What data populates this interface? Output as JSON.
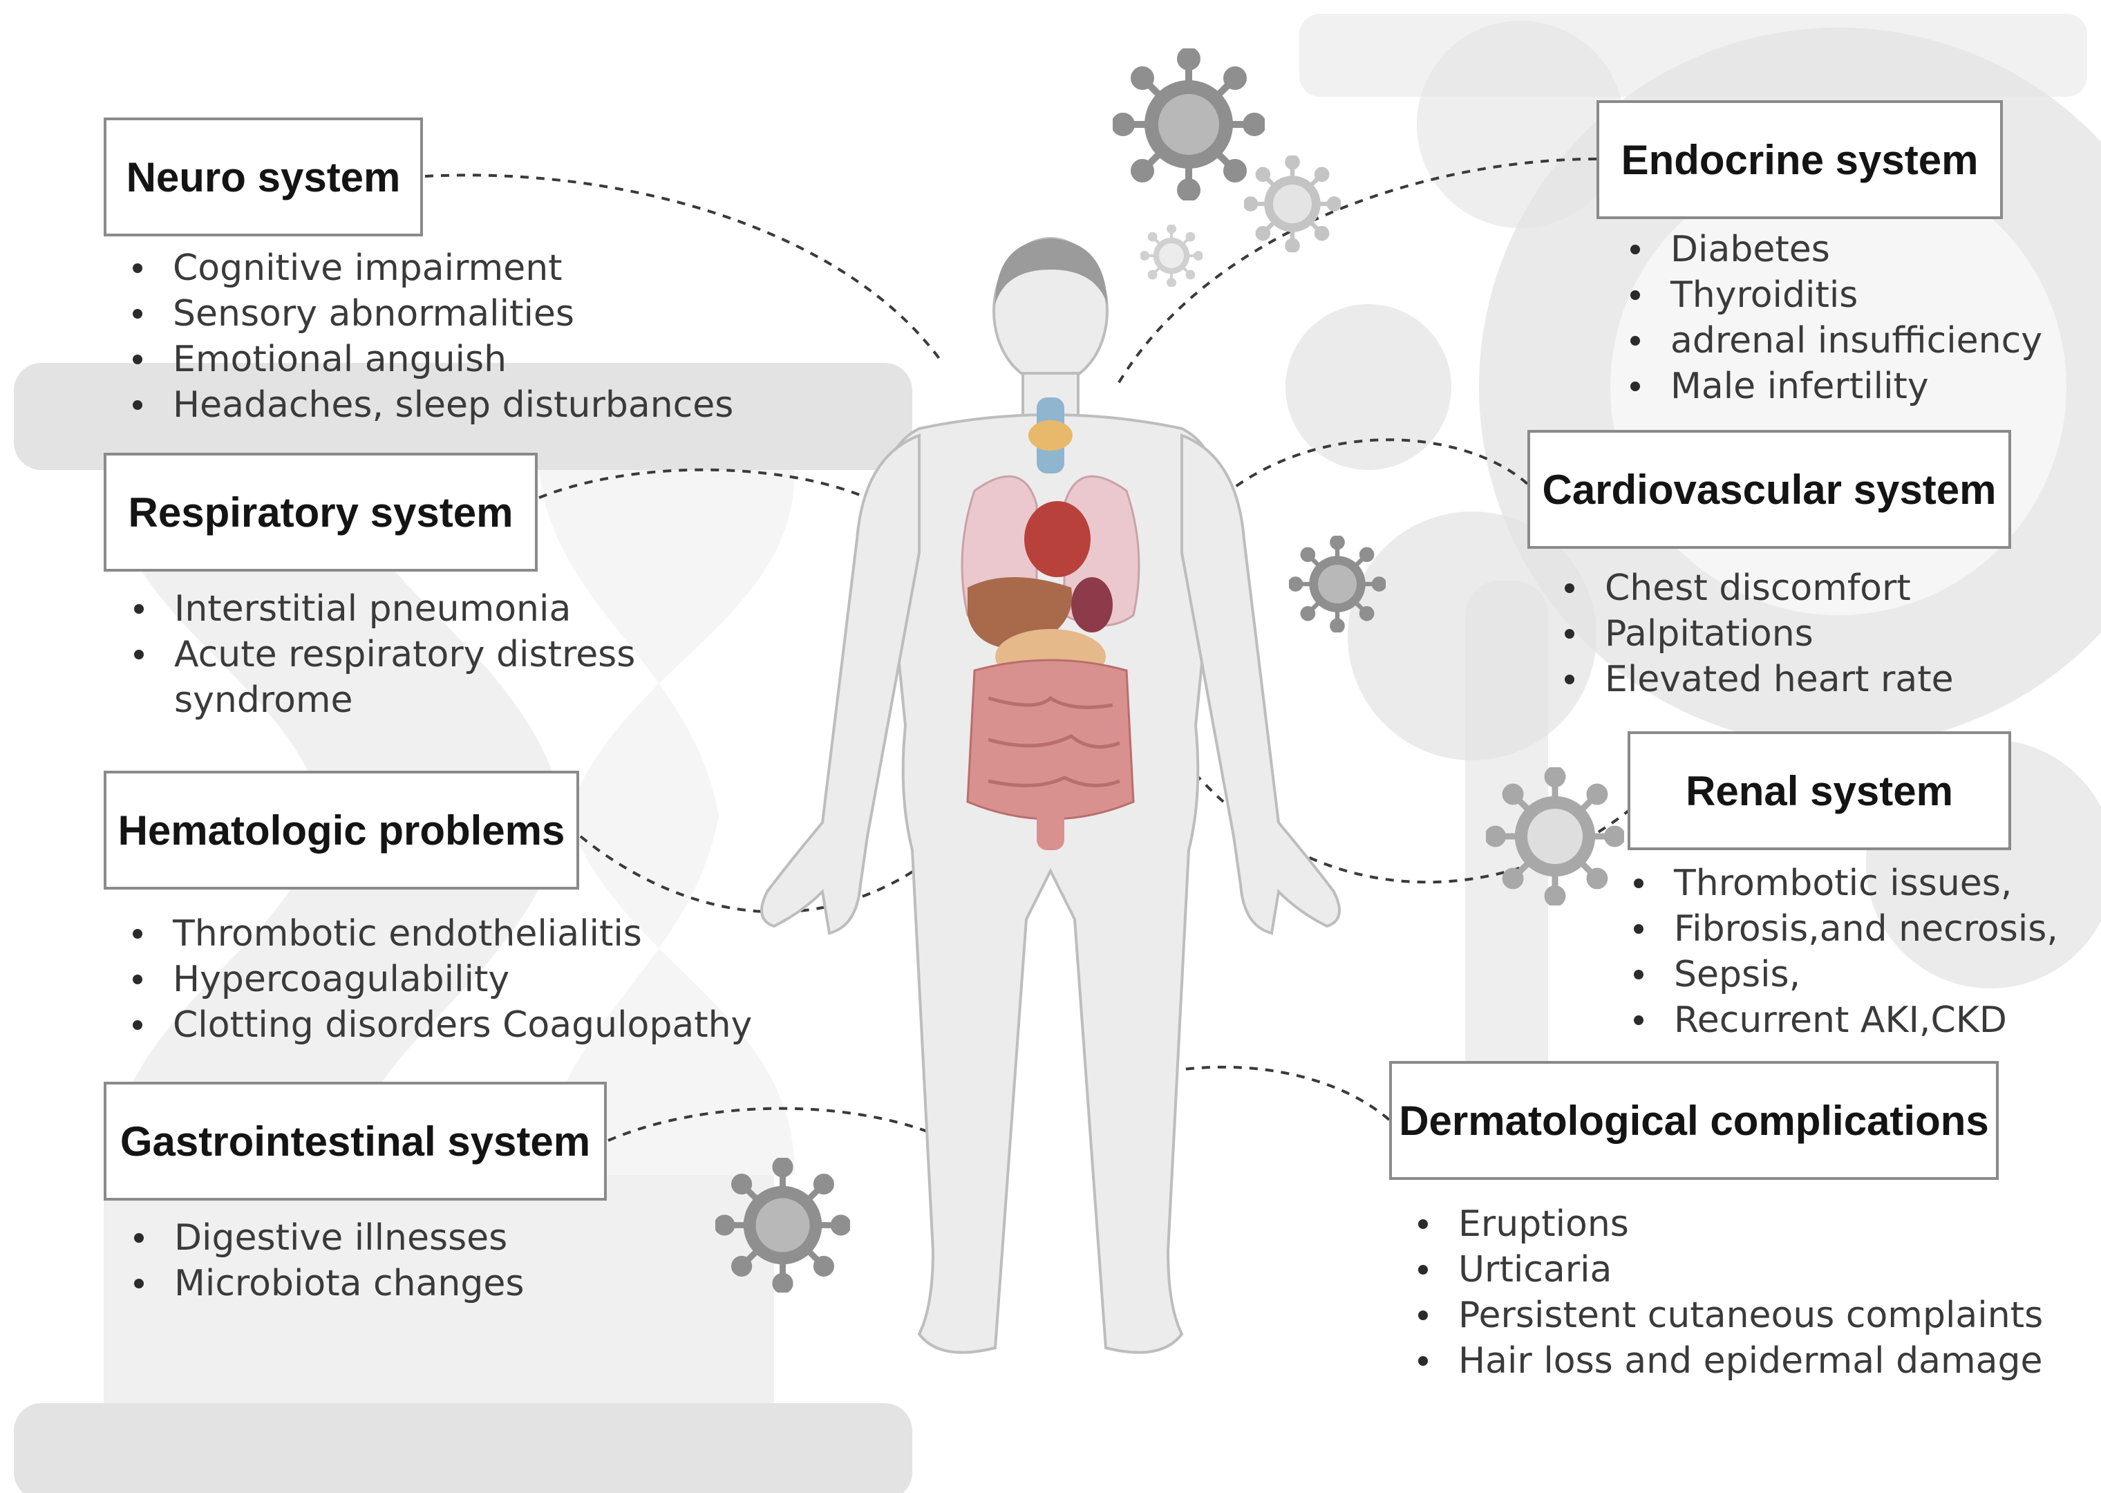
{
  "systems": {
    "neuro": {
      "title": "Neuro system",
      "items": [
        "Cognitive impairment",
        "Sensory abnormalities",
        "Emotional anguish",
        "Headaches, sleep disturbances"
      ]
    },
    "respiratory": {
      "title": "Respiratory system",
      "items": [
        "Interstitial pneumonia",
        "Acute respiratory distress",
        "syndrome"
      ]
    },
    "hematologic": {
      "title": "Hematologic problems",
      "items": [
        "Thrombotic endothelialitis",
        "Hypercoagulability",
        "Clotting disorders Coagulopathy"
      ]
    },
    "gastrointestinal": {
      "title": "Gastrointestinal system",
      "items": [
        "Digestive illnesses",
        "Microbiota changes"
      ]
    },
    "endocrine": {
      "title": "Endocrine system",
      "items": [
        "Diabetes",
        "Thyroiditis",
        "adrenal insufficiency",
        "Male infertility"
      ]
    },
    "cardiovascular": {
      "title": "Cardiovascular system",
      "items": [
        "Chest discomfort",
        "Palpitations",
        "Elevated heart rate"
      ]
    },
    "renal": {
      "title": "Renal system",
      "items": [
        "Thrombotic issues,",
        "Fibrosis,and necrosis,",
        "Sepsis,",
        "Recurrent AKI,CKD"
      ]
    },
    "dermatological": {
      "title": "Dermatological complications",
      "items": [
        "Eruptions",
        "Urticaria",
        "Persistent cutaneous complaints",
        "Hair loss and epidermal damage"
      ]
    }
  },
  "colors": {
    "background_shapes": "#e3e3e3",
    "box_border": "#8a8a8a",
    "virus": "#8f8f8f",
    "virus_light": "#c4c4c4",
    "body_fill": "#ececec",
    "body_outline": "#bdbdbd",
    "organ": "#d8918e"
  }
}
